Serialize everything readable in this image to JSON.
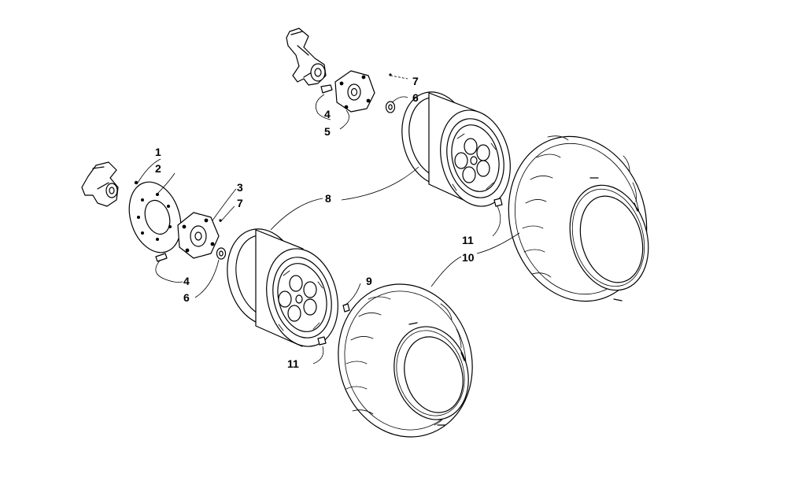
{
  "callouts": {
    "c1": "1",
    "c2": "2",
    "c3": "3",
    "c4a": "4",
    "c4b": "4",
    "c5": "5",
    "c6a": "6",
    "c6b": "6",
    "c7a": "7",
    "c7b": "7",
    "c8": "8",
    "c9": "9",
    "c10": "10",
    "c11a": "11",
    "c11b": "11"
  },
  "colors": {
    "line": "#000000",
    "background": "#ffffff"
  }
}
